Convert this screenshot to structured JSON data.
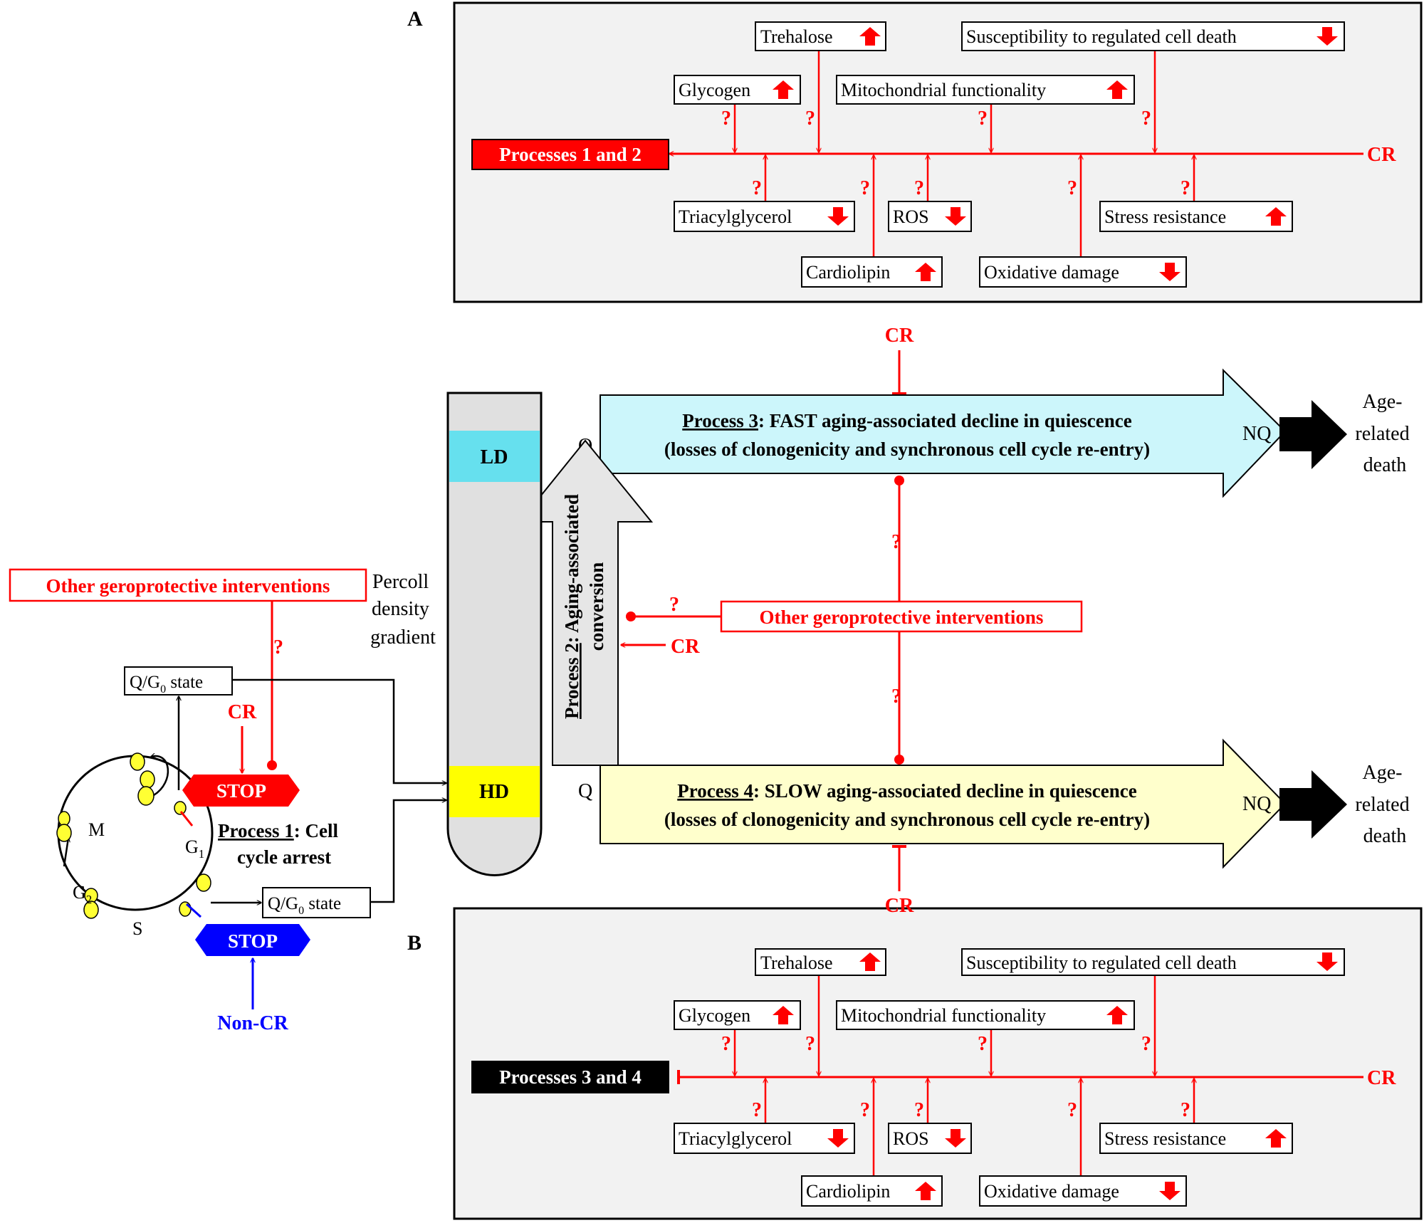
{
  "colors": {
    "red": "#ff0000",
    "blue": "#0000ff",
    "black": "#000000",
    "panel_fill": "#f2f2f2",
    "tube_fill": "#e0e0e0",
    "ld_fill": "#66e0ee",
    "hd_fill": "#ffff00",
    "process3_fill": "#ccf6fb",
    "process4_fill": "#ffffcc",
    "cell_fill": "#ffff33"
  },
  "panel_a": {
    "label": "A",
    "target": "Processes 1 and 2",
    "cr": "CR",
    "q": "?",
    "factors": {
      "trehalose": "Trehalose",
      "susceptibility": "Susceptibility to regulated cell death",
      "glycogen": "Glycogen",
      "mito": "Mitochondrial functionality",
      "tag": "Triacylglycerol",
      "ros": "ROS",
      "stress": "Stress resistance",
      "cardiolipin": "Cardiolipin",
      "oxidative": "Oxidative damage"
    }
  },
  "panel_b": {
    "label": "B",
    "target": "Processes 3 and 4",
    "cr": "CR",
    "q": "?",
    "factors": {
      "trehalose": "Trehalose",
      "susceptibility": "Susceptibility to regulated cell death",
      "glycogen": "Glycogen",
      "mito": "Mitochondrial functionality",
      "tag": "Triacylglycerol",
      "ros": "ROS",
      "stress": "Stress resistance",
      "cardiolipin": "Cardiolipin",
      "oxidative": "Oxidative damage"
    }
  },
  "middle": {
    "cr_top": "CR",
    "cr_bottom": "CR",
    "cr_process2": "CR",
    "other_interventions_left": "Other geroprotective interventions",
    "other_interventions_center": "Other geroprotective interventions",
    "q": "?",
    "percoll": [
      "Percoll",
      "density",
      "gradient"
    ],
    "ld": "LD",
    "hd": "HD",
    "process2": {
      "underlined": "Process 2",
      "rest": ": Aging-associated",
      "line2": "conversion"
    },
    "process3": {
      "underlined": "Process 3",
      "rest": ": FAST aging-associated decline in quiescence",
      "line2": "(losses of clonogenicity and synchronous cell cycle re-entry)"
    },
    "process4": {
      "underlined": "Process 4",
      "rest": ": SLOW aging-associated decline in quiescence",
      "line2": "(losses of clonogenicity and synchronous cell cycle re-entry)"
    },
    "q_label": "Q",
    "nq_label": "NQ",
    "death": [
      "Age-",
      "related",
      "death"
    ]
  },
  "cycle": {
    "q_state": "Q/G",
    "q_sub": "0",
    "q_suffix": " state",
    "stop": "STOP",
    "cr": "CR",
    "non_cr": "Non-CR",
    "process1": {
      "underlined": "Process 1",
      "rest": ": Cell",
      "line2": "cycle arrest"
    },
    "phase_m": "M",
    "phase_g": "G",
    "g1_sub": "1",
    "g2_sub": "2",
    "phase_s": "S"
  }
}
